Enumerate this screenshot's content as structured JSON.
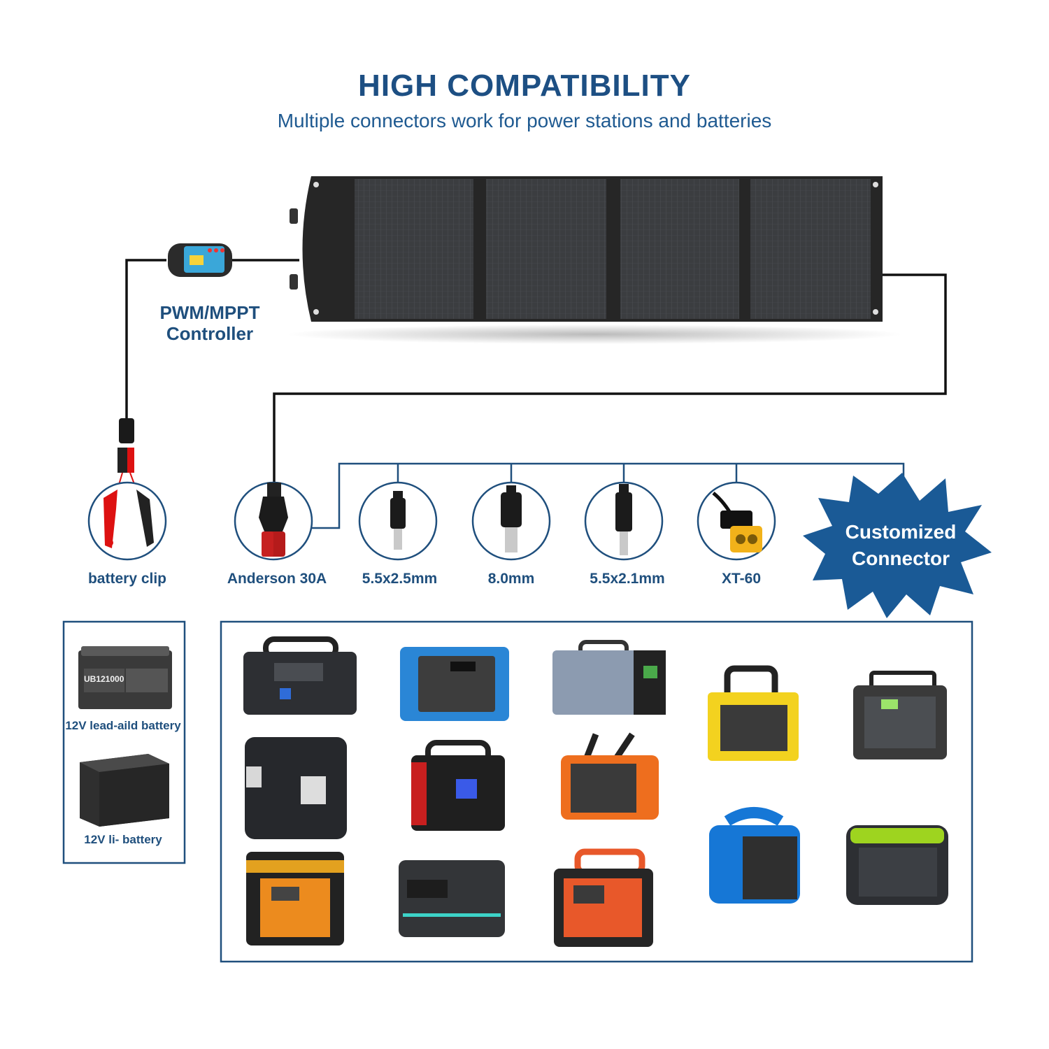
{
  "header": {
    "title": "HIGH COMPATIBILITY",
    "subtitle": "Multiple connectors work for power stations and batteries"
  },
  "controller": {
    "label_line1": "PWM/MPPT",
    "label_line2": "Controller"
  },
  "connectors": [
    {
      "label": "battery clip",
      "icon": "battery-clip-icon"
    },
    {
      "label": "Anderson 30A",
      "icon": "anderson-plug-icon"
    },
    {
      "label": "5.5x2.5mm",
      "icon": "dc-barrel-plug-icon"
    },
    {
      "label": "8.0mm",
      "icon": "dc-barrel-plug-icon"
    },
    {
      "label": "5.5x2.1mm",
      "icon": "dc-barrel-plug-icon"
    },
    {
      "label": "XT-60",
      "icon": "xt60-plug-icon"
    }
  ],
  "custom": {
    "line1": "Customized",
    "line2": "Connector"
  },
  "batteries": [
    {
      "label": "12V lead-aild battery",
      "print": "UB121000"
    },
    {
      "label": "12V li- battery"
    }
  ],
  "colors": {
    "brand_blue": "#1d4f83",
    "star_blue": "#1a5a96",
    "panel_black": "#2a2a2a"
  }
}
